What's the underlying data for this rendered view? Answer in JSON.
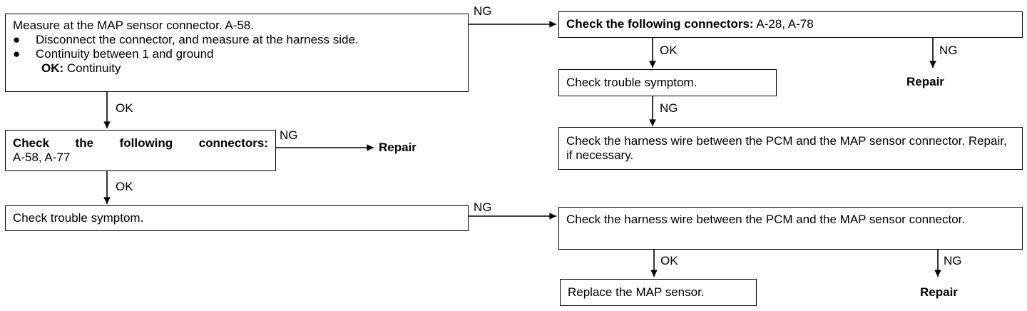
{
  "step1": {
    "title": "Measure at the MAP sensor connector. A-58.",
    "bullets": [
      "Disconnect the connector, and measure at the harness side.",
      "Continuity between 1 and ground"
    ],
    "bullet_symbol": "●",
    "ok_label": "OK:",
    "ok_value": "Continuity"
  },
  "step2": {
    "title": "Check the following connectors:",
    "connectors": "A-58, A-77"
  },
  "step3": {
    "text": "Check trouble symptom."
  },
  "r1": {
    "title": "Check the following connectors:",
    "connectors": "A-28, A-78"
  },
  "r2": {
    "text": "Check trouble symptom."
  },
  "r3": {
    "text": "Check the harness wire between the PCM and the MAP sensor connector. Repair, if necessary."
  },
  "r4": {
    "text": "Check the harness wire between the PCM and the MAP sensor connector."
  },
  "r5": {
    "text": "Replace the MAP sensor."
  },
  "labels": {
    "ok": "OK",
    "ng": "NG",
    "repair": "Repair"
  }
}
